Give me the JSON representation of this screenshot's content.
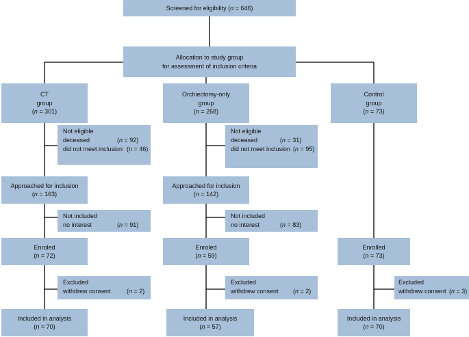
{
  "screened": {
    "pre": "Screened for eligibility (",
    "n_var": "n",
    "post": " = 646)"
  },
  "allocation": {
    "line1": "Allocation to study group",
    "line2": "for assessment of inclusion criteria"
  },
  "n_var": "n",
  "groups": [
    {
      "title": "CT",
      "subtitle": "group",
      "n": " = 301)",
      "not_eligible": {
        "title": "Not eligible",
        "deceased": "deceased",
        "deceased_n": " = 92)",
        "not_meet": "did not meet inclusion",
        "not_meet_n": " = 46)"
      },
      "approached": {
        "label": "Approached for inclusion",
        "n": " = 163)"
      },
      "not_included": {
        "title": "Not included",
        "reason": "no interest",
        "n": " = 91)"
      },
      "enroled": {
        "label": "Enroled",
        "n": " = 72)"
      },
      "excluded": {
        "title": "Excluded",
        "reason": "withdrew consent",
        "n": " = 2)"
      },
      "included": {
        "label": "Included in analysis",
        "n": " = 70)"
      }
    },
    {
      "title": "Orchiectomy-only",
      "subtitle": "group",
      "n": " = 268)",
      "not_eligible": {
        "title": "Not eligible",
        "deceased": "deceased",
        "deceased_n": " = 31)",
        "not_meet": "did not meet inclusion",
        "not_meet_n": " = 95)"
      },
      "approached": {
        "label": "Approached for inclusion",
        "n": " = 142)"
      },
      "not_included": {
        "title": "Not included",
        "reason": "no interest",
        "n": " = 83)"
      },
      "enroled": {
        "label": "Enroled",
        "n": " = 59)"
      },
      "excluded": {
        "title": "Excluded",
        "reason": "withdrew consent",
        "n": " = 2)"
      },
      "included": {
        "label": "Included in analysis",
        "n": " = 57)"
      }
    },
    {
      "title": "Control",
      "subtitle": "group",
      "n": " = 73)",
      "enroled": {
        "label": "Enrolled",
        "n": " = 73)"
      },
      "excluded": {
        "title": "Excluded",
        "reason": "withdrew consent",
        "n": " = 3)"
      },
      "included": {
        "label": "Included in analysis",
        "n": " = 70)"
      }
    }
  ],
  "colors": {
    "box_fill": "#a7bfd8",
    "line": "#000000"
  }
}
